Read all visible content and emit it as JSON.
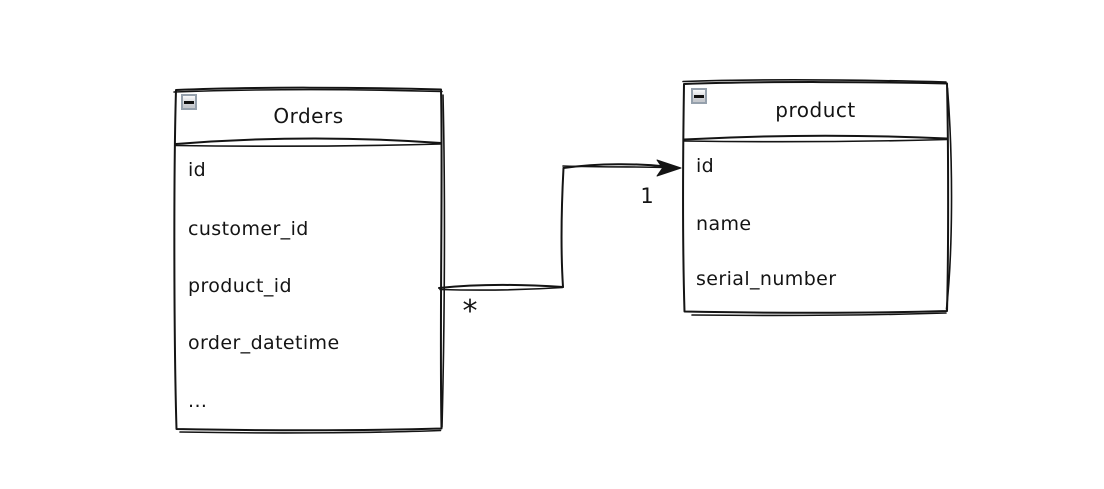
{
  "colors": {
    "stroke": "#141414",
    "background": "#ffffff",
    "icon_border": "#95a0ac",
    "icon_fill_top": "#fafbfc",
    "icon_fill_bottom": "#c5c8cd",
    "icon_glyph": "#101010"
  },
  "diagram": {
    "entities": [
      {
        "name": "Orders",
        "collapse_icon": "minus-icon",
        "fields": [
          "id",
          "customer_id",
          "product_id",
          "order_datetime",
          "..."
        ]
      },
      {
        "name": "product",
        "collapse_icon": "minus-icon",
        "fields": [
          "id",
          "name",
          "serial_number"
        ]
      }
    ],
    "relationship": {
      "source": "Orders",
      "target": "product",
      "source_cardinality": "*",
      "target_cardinality": "1"
    }
  }
}
